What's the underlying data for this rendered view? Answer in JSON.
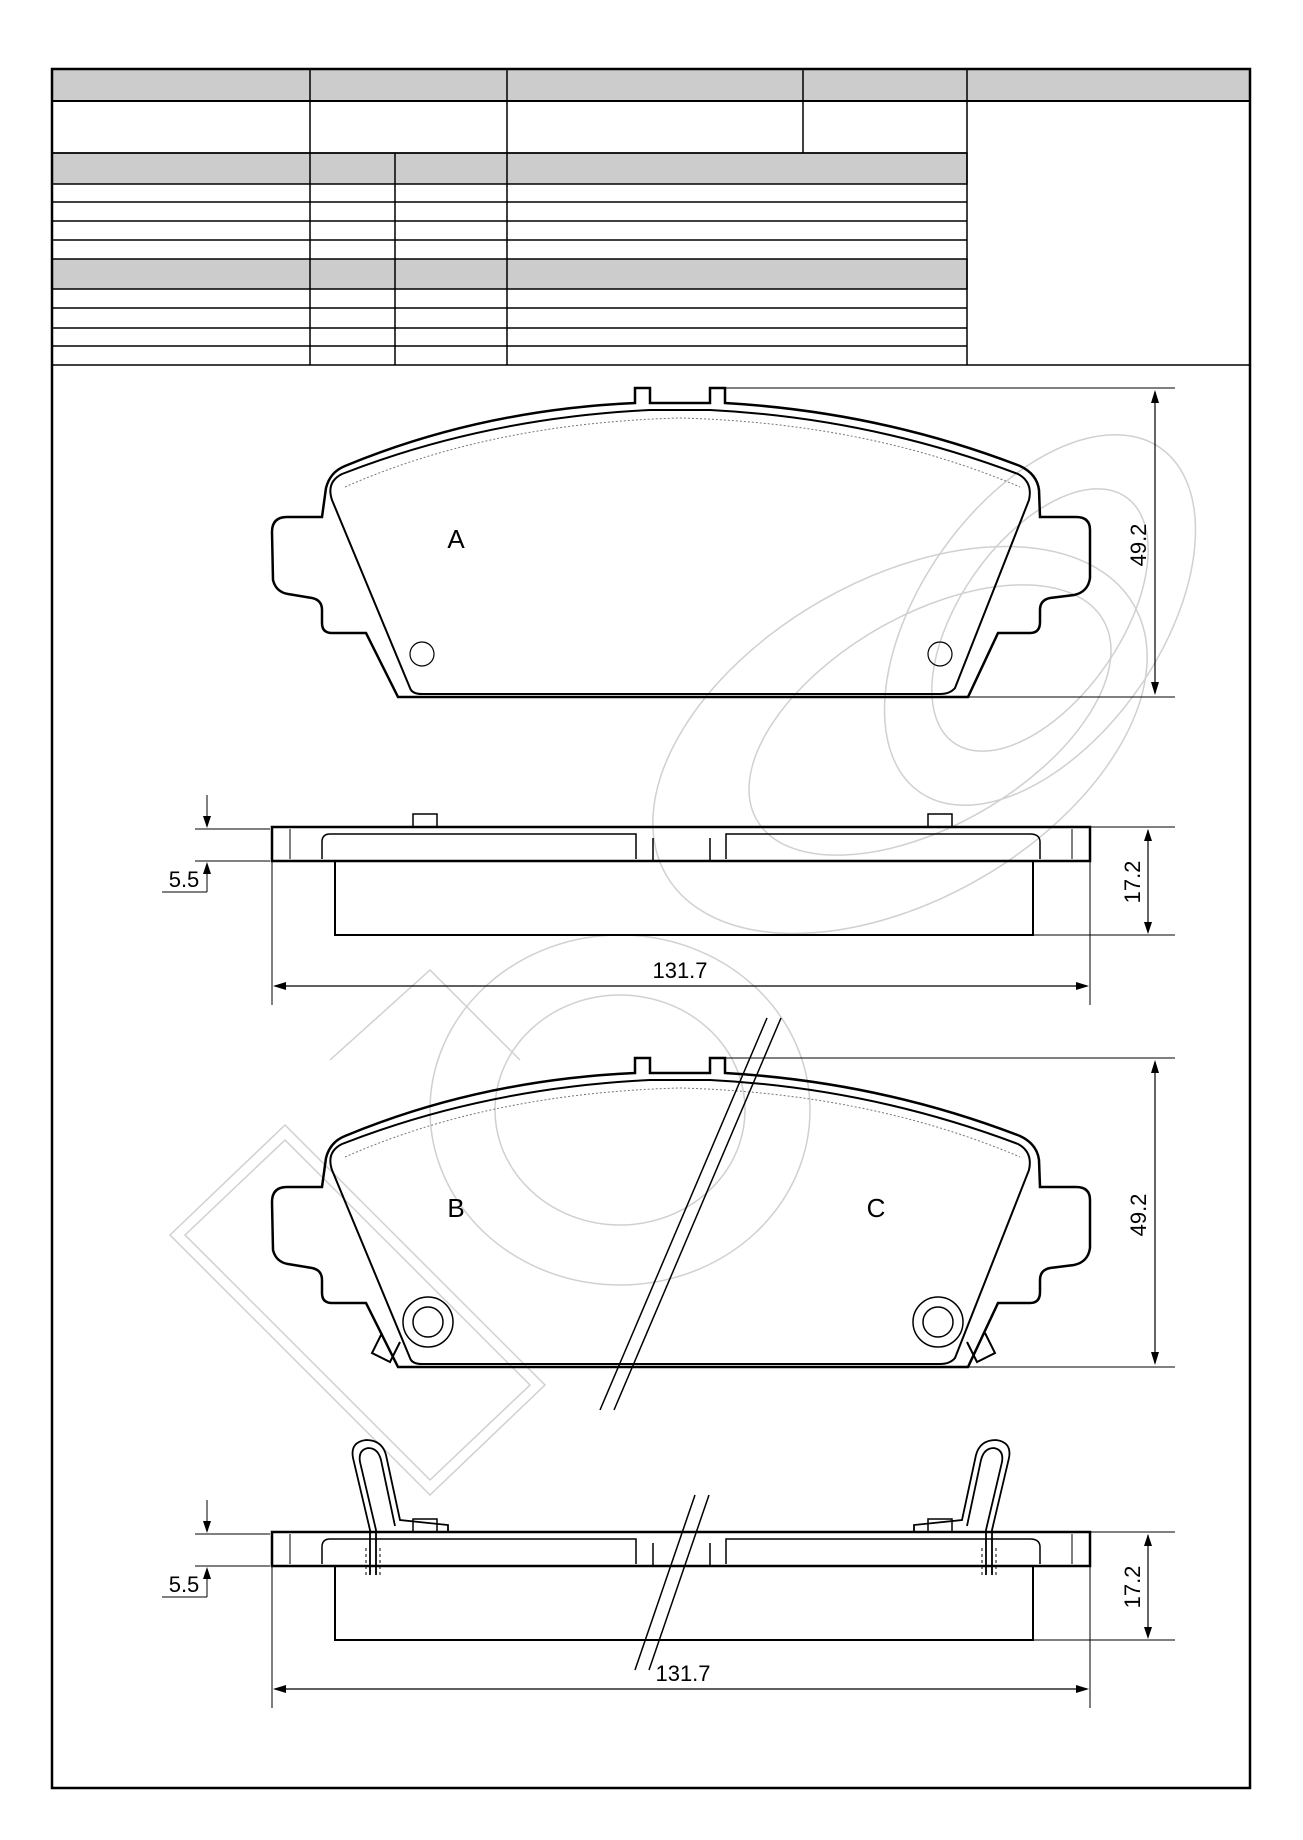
{
  "colors": {
    "ink": "#000000",
    "header_fill": "#cccccc",
    "watermark": "#d0d0d0"
  },
  "top_view": {
    "label_a": "A",
    "dim_height": "49.2"
  },
  "side_view": {
    "dim_shim": "5.5",
    "dim_thickness": "17.2",
    "dim_width": "131.7"
  },
  "top_view_clip": {
    "label_b": "B",
    "label_c": "C",
    "dim_height": "49.2"
  },
  "side_view_clip": {
    "dim_shim": "5.5",
    "dim_thickness": "17.2",
    "dim_width": "131.7"
  }
}
